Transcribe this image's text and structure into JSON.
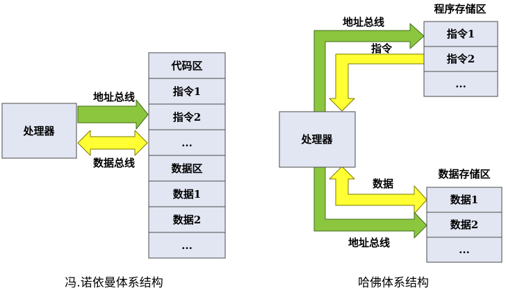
{
  "colors": {
    "box_fill": "#e2e6f3",
    "box_stroke": "#4a4a4a",
    "green_fill": "#8cc63f",
    "green_stroke": "#3f6b1a",
    "yellow_fill": "#ffff33",
    "yellow_stroke": "#7a7a00"
  },
  "von_neumann": {
    "caption": "冯.诺依曼体系结构",
    "processor": "处理器",
    "address_bus": "地址总线",
    "data_bus": "数据总线",
    "memory": [
      "代码区",
      "指令1",
      "指令2",
      "...",
      "数据区",
      "数据1",
      "数据2",
      "..."
    ]
  },
  "harvard": {
    "caption": "哈佛体系结构",
    "processor": "处理器",
    "program_store": {
      "title": "程序存储区",
      "cells": [
        "指令1",
        "指令2",
        "..."
      ]
    },
    "data_store": {
      "title": "数据存储区",
      "cells": [
        "数据1",
        "数据2",
        "..."
      ]
    },
    "address_bus_top": "地址总线",
    "instruction": "指令",
    "data": "数据",
    "address_bus_bottom": "地址总线"
  }
}
